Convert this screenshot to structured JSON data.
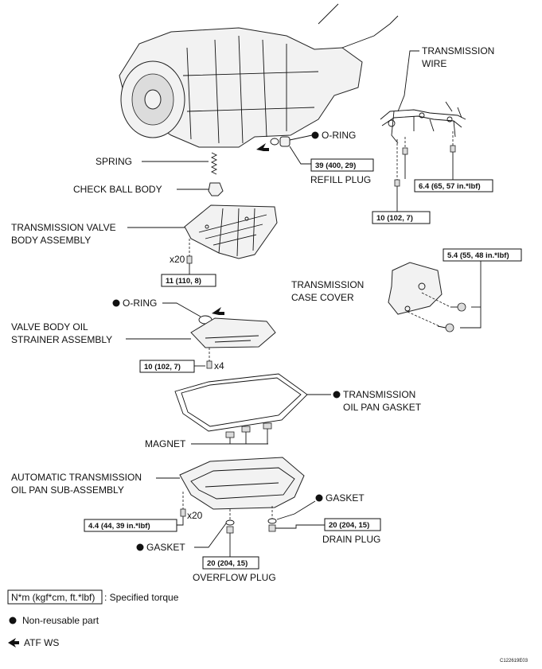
{
  "labels": {
    "transmission_wire_1": "TRANSMISSION",
    "transmission_wire_2": "WIRE",
    "o_ring_top": "O-RING",
    "spring": "SPRING",
    "check_ball_body": "CHECK BALL BODY",
    "refill_plug": "REFILL PLUG",
    "valve_body_1": "TRANSMISSION VALVE",
    "valve_body_2": "BODY ASSEMBLY",
    "x20_valve": "x20",
    "o_ring_mid": "O-RING",
    "case_cover_1": "TRANSMISSION",
    "case_cover_2": "CASE COVER",
    "strainer_1": "VALVE BODY OIL",
    "strainer_2": "STRAINER ASSEMBLY",
    "x4": "x4",
    "pan_gasket_1": "TRANSMISSION",
    "pan_gasket_2": "OIL PAN GASKET",
    "magnet": "MAGNET",
    "oil_pan_1": "AUTOMATIC TRANSMISSION",
    "oil_pan_2": "OIL PAN SUB-ASSEMBLY",
    "gasket_right": "GASKET",
    "x20_pan": "x20",
    "drain_plug": "DRAIN PLUG",
    "gasket_left": "GASKET",
    "overflow_plug": "OVERFLOW PLUG"
  },
  "torques": {
    "refill": "39 (400, 29)",
    "wire_right": "6.4 (65, 57 in.*lbf)",
    "wire_bottom": "10 (102, 7)",
    "valve_body": "11 (110, 8)",
    "case_cover": "5.4 (55, 48 in.*lbf)",
    "strainer": "10 (102, 7)",
    "pan_bolts": "4.4 (44, 39 in.*lbf)",
    "drain": "20 (204, 15)",
    "overflow": "20 (204, 15)"
  },
  "legend": {
    "torque_unit": "N*m (kgf*cm, ft.*lbf)",
    "torque_desc": ": Specified torque",
    "non_reusable": "Non-reusable part",
    "atf": "ATF WS"
  },
  "figure_id": "C122619E03"
}
